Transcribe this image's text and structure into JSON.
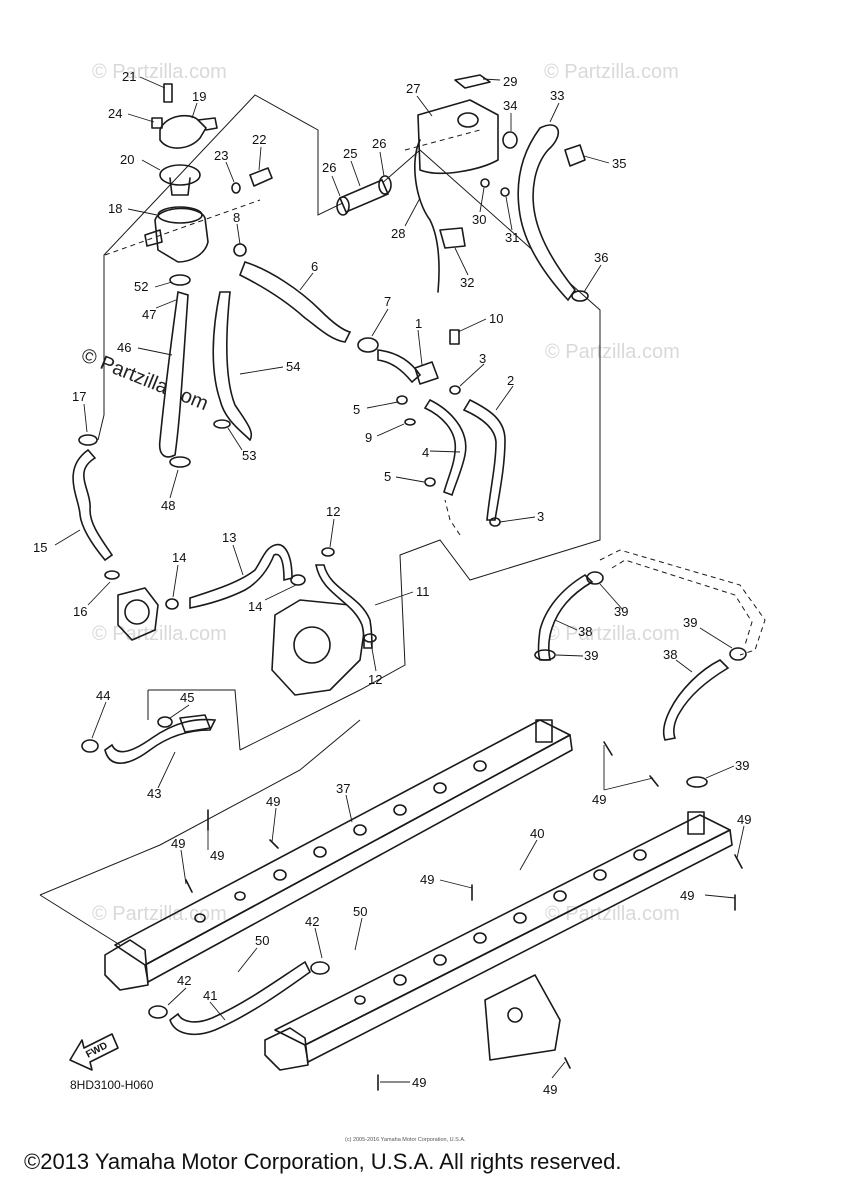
{
  "diagram": {
    "code": "8HD3100-H060",
    "copyright": "©2013 Yamaha Motor Corporation, U.S.A. All rights reserved.",
    "small_print": "(c) 2005-2016 Yamaha Motor Corporation, U.S.A.",
    "fwd_label": "FWD",
    "watermark": "© Partzilla.com",
    "callouts": [
      {
        "id": "c21",
        "label": "21"
      },
      {
        "id": "c19",
        "label": "19"
      },
      {
        "id": "c24",
        "label": "24"
      },
      {
        "id": "c20",
        "label": "20"
      },
      {
        "id": "c23",
        "label": "23"
      },
      {
        "id": "c22",
        "label": "22"
      },
      {
        "id": "c18",
        "label": "18"
      },
      {
        "id": "c8",
        "label": "8"
      },
      {
        "id": "c52",
        "label": "52"
      },
      {
        "id": "c47",
        "label": "47"
      },
      {
        "id": "c6",
        "label": "6"
      },
      {
        "id": "c46",
        "label": "46"
      },
      {
        "id": "c54",
        "label": "54"
      },
      {
        "id": "c17",
        "label": "17"
      },
      {
        "id": "c53",
        "label": "53"
      },
      {
        "id": "c48",
        "label": "48"
      },
      {
        "id": "c15",
        "label": "15"
      },
      {
        "id": "c16",
        "label": "16"
      },
      {
        "id": "c14a",
        "label": "14"
      },
      {
        "id": "c13",
        "label": "13"
      },
      {
        "id": "c14b",
        "label": "14"
      },
      {
        "id": "c12a",
        "label": "12"
      },
      {
        "id": "c11",
        "label": "11"
      },
      {
        "id": "c12b",
        "label": "12"
      },
      {
        "id": "c27",
        "label": "27"
      },
      {
        "id": "c29",
        "label": "29"
      },
      {
        "id": "c34",
        "label": "34"
      },
      {
        "id": "c33",
        "label": "33"
      },
      {
        "id": "c35",
        "label": "35"
      },
      {
        "id": "c26a",
        "label": "26"
      },
      {
        "id": "c25",
        "label": "25"
      },
      {
        "id": "c26b",
        "label": "26"
      },
      {
        "id": "c28",
        "label": "28"
      },
      {
        "id": "c30",
        "label": "30"
      },
      {
        "id": "c31",
        "label": "31"
      },
      {
        "id": "c32",
        "label": "32"
      },
      {
        "id": "c36",
        "label": "36"
      },
      {
        "id": "c7",
        "label": "7"
      },
      {
        "id": "c1",
        "label": "1"
      },
      {
        "id": "c10",
        "label": "10"
      },
      {
        "id": "c3a",
        "label": "3"
      },
      {
        "id": "c2",
        "label": "2"
      },
      {
        "id": "c5a",
        "label": "5"
      },
      {
        "id": "c9",
        "label": "9"
      },
      {
        "id": "c4",
        "label": "4"
      },
      {
        "id": "c5b",
        "label": "5"
      },
      {
        "id": "c3b",
        "label": "3"
      },
      {
        "id": "c39a",
        "label": "39"
      },
      {
        "id": "c38a",
        "label": "38"
      },
      {
        "id": "c39b",
        "label": "39"
      },
      {
        "id": "c39c",
        "label": "39"
      },
      {
        "id": "c38b",
        "label": "38"
      },
      {
        "id": "c39d",
        "label": "39"
      },
      {
        "id": "c44",
        "label": "44"
      },
      {
        "id": "c45",
        "label": "45"
      },
      {
        "id": "c43",
        "label": "43"
      },
      {
        "id": "c37",
        "label": "37"
      },
      {
        "id": "c49a",
        "label": "49"
      },
      {
        "id": "c49b",
        "label": "49"
      },
      {
        "id": "c49c",
        "label": "49"
      },
      {
        "id": "c49d",
        "label": "49"
      },
      {
        "id": "c40",
        "label": "40"
      },
      {
        "id": "c49e",
        "label": "49"
      },
      {
        "id": "c49f",
        "label": "49"
      },
      {
        "id": "c49g",
        "label": "49"
      },
      {
        "id": "c42a",
        "label": "42"
      },
      {
        "id": "c50a",
        "label": "50"
      },
      {
        "id": "c50b",
        "label": "50"
      },
      {
        "id": "c42b",
        "label": "42"
      },
      {
        "id": "c41",
        "label": "41"
      },
      {
        "id": "c49h",
        "label": "49"
      },
      {
        "id": "c49i",
        "label": "49"
      }
    ]
  }
}
